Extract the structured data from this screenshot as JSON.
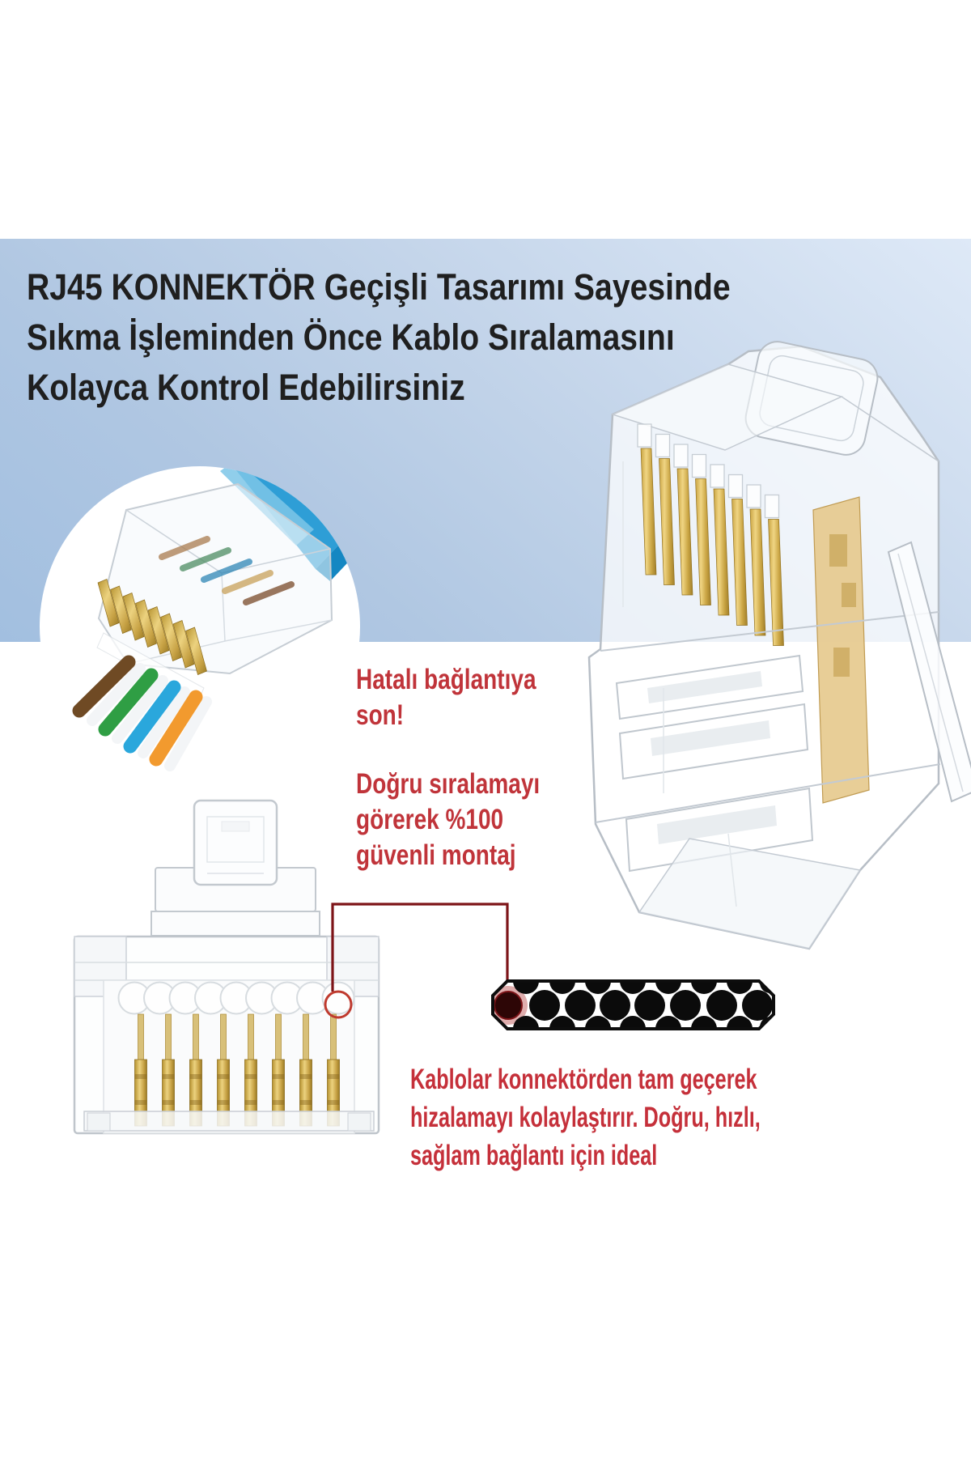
{
  "background": {
    "top_color": "#ffffff",
    "band_gradient": [
      "#dee9f7",
      "#c4d5ea",
      "#a2bfe0"
    ],
    "bottom_color": "#ffffff"
  },
  "title": {
    "color": "#1f1f1f",
    "lines": [
      "RJ45 KONNEKTÖR Geçişli Tasarımı Sayesinde",
      "Sıkma İşleminden Önce Kablo Sıralamasını",
      "Kolayca Kontrol Edebilirsiniz"
    ]
  },
  "callouts": {
    "wrong_connection": {
      "color": "#c0343a",
      "lines": [
        "Hatalı bağlantıya",
        "son!"
      ]
    },
    "secure_assembly": {
      "color": "#c0343a",
      "lines": [
        "Doğru sıralamayı",
        "görerek %100",
        "güvenli montaj"
      ]
    },
    "pass_through_note": {
      "color": "#c5303a",
      "lines": [
        "Kablolar konnektörden tam geçerek",
        "hizalamayı kolaylaştırır. Doğru, hızlı,",
        "sağlam bağlantı için ideal"
      ]
    }
  },
  "figures": {
    "inset_circle": {
      "name": "rj45-connector-with-colored-wires",
      "cable_color": "#2e9ed6",
      "wire_colors": [
        "#6f4a24",
        "#2f9e44",
        "#2aa7dc",
        "#f29a2e"
      ],
      "pin_count": 8
    },
    "large_connector": {
      "name": "transparent-rj45-connector-rear-view",
      "pin_count": 8,
      "pin_color": "#d9b35c"
    },
    "front_connector": {
      "name": "transparent-rj45-connector-front-view",
      "pin_count": 8,
      "hole_count": 9,
      "highlight_ring_color": "#c2342c"
    },
    "cross_section": {
      "name": "cable-pass-through-cross-section",
      "hole_count": 8,
      "hole_color": "#0b0b0b",
      "highlight_hole_color": "#2d0606",
      "callout_line_color": "#7d1418"
    }
  }
}
